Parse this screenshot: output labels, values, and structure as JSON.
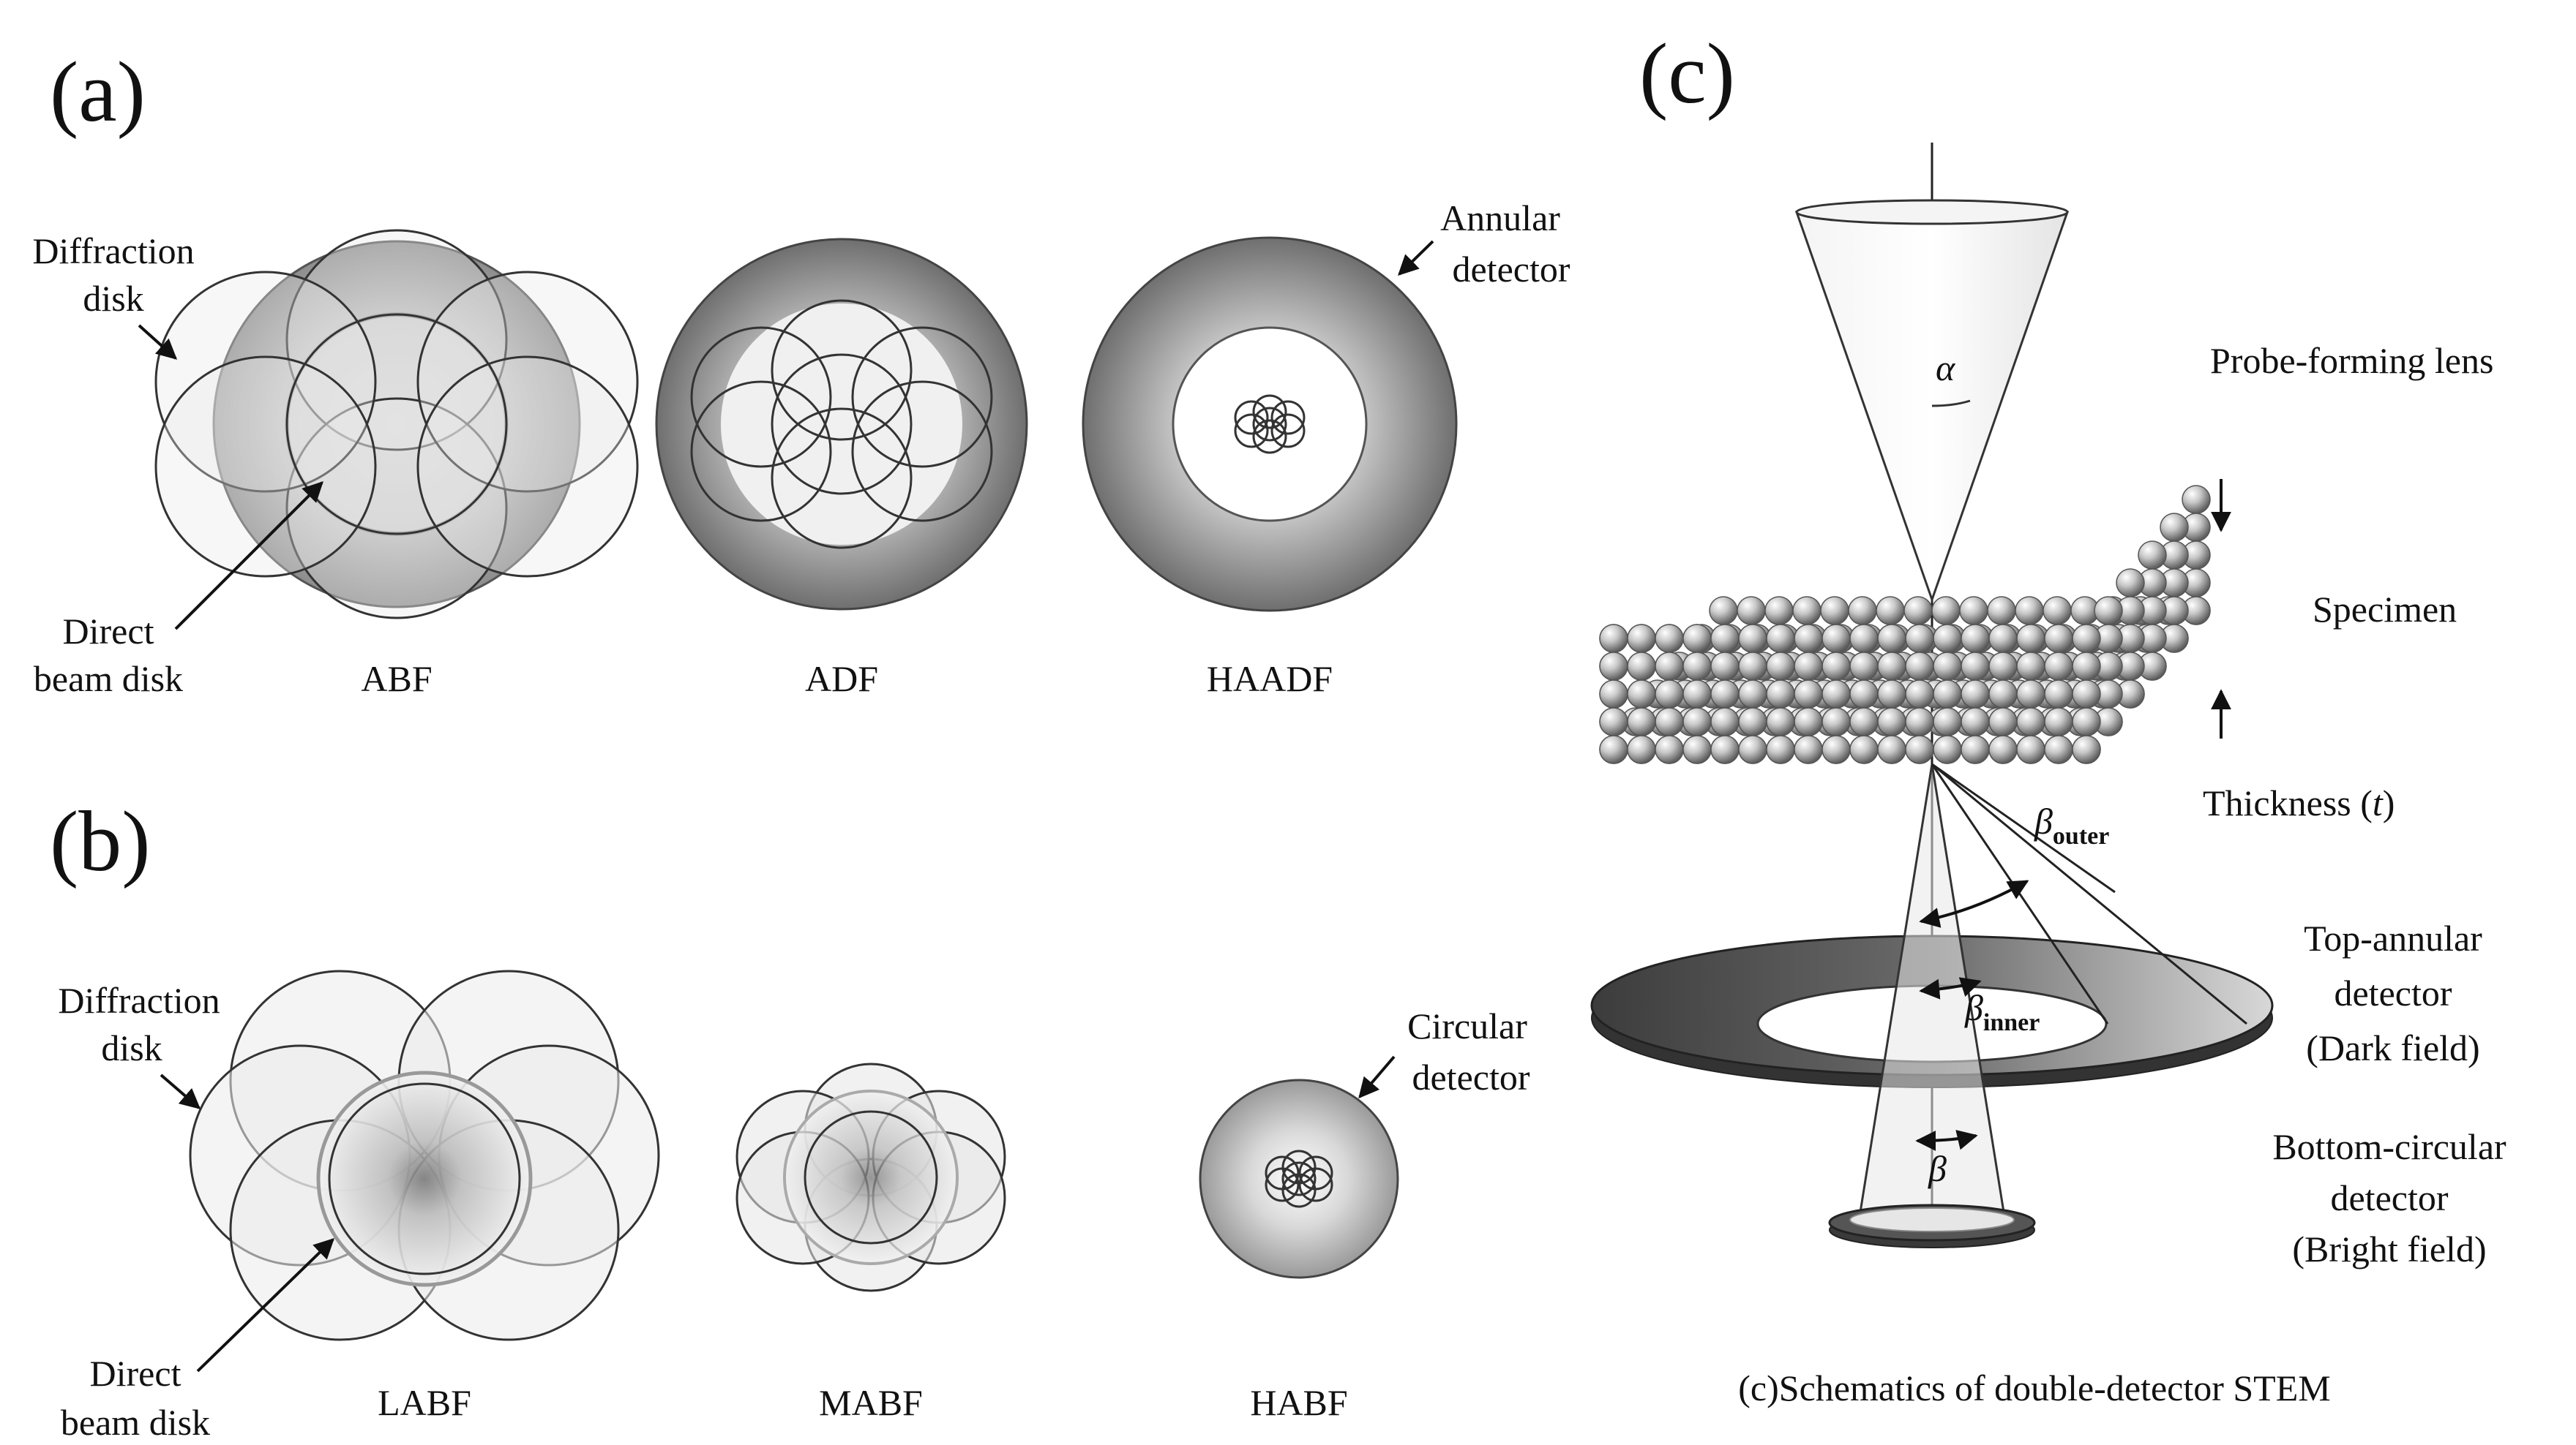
{
  "panel_a": {
    "letter": "(a)",
    "diffraction_label": [
      "Diffraction",
      "disk"
    ],
    "direct_label": [
      "Direct",
      "beam disk"
    ],
    "annular_label": [
      "Annular",
      "detector"
    ],
    "modes": [
      "ABF",
      "ADF",
      "HAADF"
    ]
  },
  "panel_b": {
    "letter": "(b)",
    "diffraction_label": [
      "Diffraction",
      "disk"
    ],
    "direct_label": [
      "Direct",
      "beam disk"
    ],
    "circular_label": [
      "Circular",
      "detector"
    ],
    "modes": [
      "LABF",
      "MABF",
      "HABF"
    ]
  },
  "panel_c": {
    "letter": "(c)",
    "alpha": "α",
    "probe_lens": "Probe-forming lens",
    "specimen": "Specimen",
    "thickness": "Thickness (",
    "thickness_t": "t",
    "thickness_close": ")",
    "beta": "β",
    "beta_outer_sub": "outer",
    "beta_inner_sub": "inner",
    "top_detector": [
      "Top-annular",
      "detector",
      "(Dark field)"
    ],
    "bottom_detector": [
      "Bottom-circular",
      "detector",
      "(Bright field)"
    ],
    "caption": "(c)Schematics of double-detector STEM"
  },
  "colors": {
    "line": "#2a2a2a",
    "detector_dark": "#555555",
    "disk_fill": "#dcdcdc",
    "background": "#ffffff"
  }
}
